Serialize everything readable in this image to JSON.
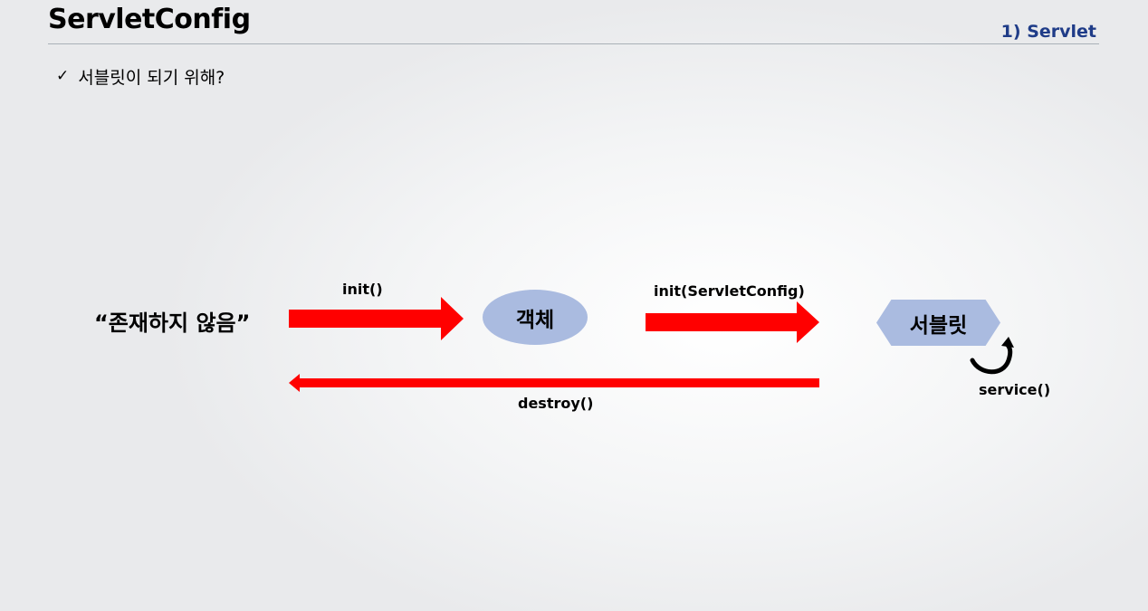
{
  "header": {
    "title": "ServletConfig",
    "section": "1) Servlet"
  },
  "bullet": {
    "icon": "check-icon",
    "text": "서블릿이 되기 위해?"
  },
  "diagram": {
    "start_state": "“존재하지 않음”",
    "node_object": "객체",
    "node_servlet": "서블릿",
    "edge_init": "init()",
    "edge_init_config": "init(ServletConfig)",
    "edge_destroy": "destroy()",
    "loop_service": "service()",
    "colors": {
      "arrow": "#ff0000",
      "node_fill": "#aabbe0",
      "section_tag": "#1f3c88"
    }
  }
}
